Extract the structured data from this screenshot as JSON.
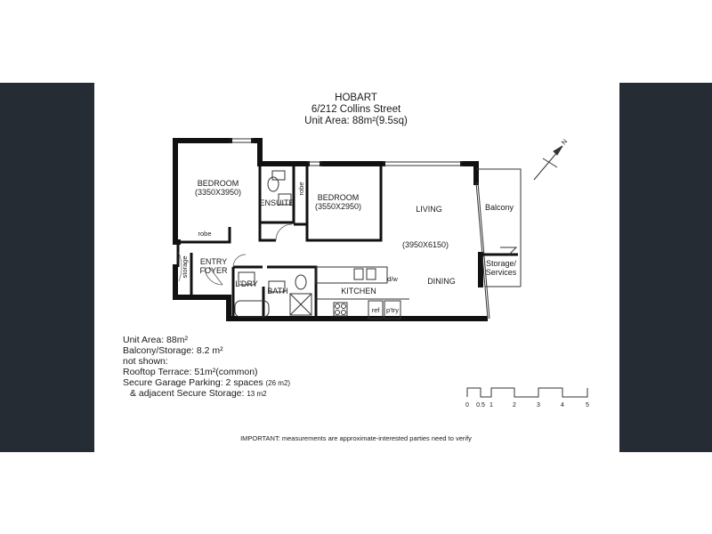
{
  "header": {
    "city": "HOBART",
    "address": "6/212 Collins Street",
    "unit_area": "Unit Area: 88m²(9.5sq)"
  },
  "rooms": {
    "bedroom1_name": "BEDROOM",
    "bedroom1_dims": "(3350X3950)",
    "robe1": "robe",
    "ensuite": "ENSUITE",
    "robe2": "robe",
    "bedroom2_name": "BEDROOM",
    "bedroom2_dims": "(3550X2950)",
    "living": "LIVING",
    "living_dims": "(3950X6150)",
    "balcony": "Balcony",
    "storage_services_1": "Storage/",
    "storage_services_2": "Services",
    "storage": "storage",
    "entry_1": "ENTRY",
    "entry_2": "FOYER",
    "laundry": "L'DRY",
    "bath": "BATH",
    "kitchen": "KITCHEN",
    "dw": "d/w",
    "dining": "DINING",
    "ref": "ref",
    "pantry": "p'try"
  },
  "compass": {
    "label": "N"
  },
  "notes": {
    "unit_area": "Unit Area: 88m²",
    "balcony_storage": "Balcony/Storage: 8.2 m²",
    "not_shown": "not shown:",
    "rooftop": "Rooftop Terrace: 51m²(common)",
    "garage": "Secure Garage Parking: 2 spaces",
    "garage_area": "(26 m2)",
    "adjacent": "& adjacent Secure Storage:",
    "adjacent_area": "13 m2"
  },
  "scale": {
    "ticks": [
      "0",
      "0.5",
      "1",
      "2",
      "3",
      "4",
      "5"
    ]
  },
  "footer": {
    "disclaimer": "IMPORTANT: measurements are approximate-interested parties need to verify"
  }
}
